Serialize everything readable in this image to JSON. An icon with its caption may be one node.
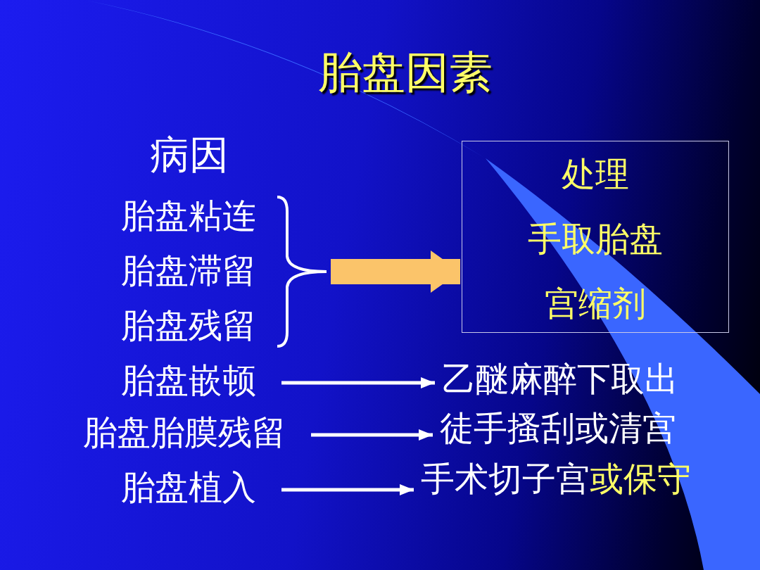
{
  "diagram": {
    "title": "胎盘因素",
    "nodes": [
      {
        "text": [
          "胎盘粘连"
        ]
      },
      {
        "text": [
          "胎盘滞留"
        ]
      },
      {
        "text": [
          "胎盘残留"
        ]
      },
      {
        "text": [
          "处理",
          "手取胎盘",
          "宫缩剂"
        ]
      },
      {
        "text": [
          "胎盘嵌顿"
        ]
      },
      {
        "text": [
          "乙醚麻醉下取出"
        ]
      },
      {
        "text": [
          "胎盘胎膜残留"
        ]
      },
      {
        "text": [
          "徒手搔刮或清宫"
        ]
      },
      {
        "text": [
          "胎盘植入"
        ]
      },
      {
        "text": [
          "手术切子宫**或保守**"
        ]
      },
      {
        "text": [],
        "shape": "bracket"
      }
    ],
    "edges": [
      {
        "from": 10,
        "to": 3,
        "arrow": "to",
        "style": "thick",
        "color": "#fbc46a"
      },
      {
        "from": 4,
        "to": 5,
        "arrow": "to"
      },
      {
        "from": 6,
        "to": 7,
        "arrow": "to"
      },
      {
        "from": 8,
        "to": 9,
        "arrow": "to"
      }
    ],
    "labels": [
      "病因"
    ]
  }
}
